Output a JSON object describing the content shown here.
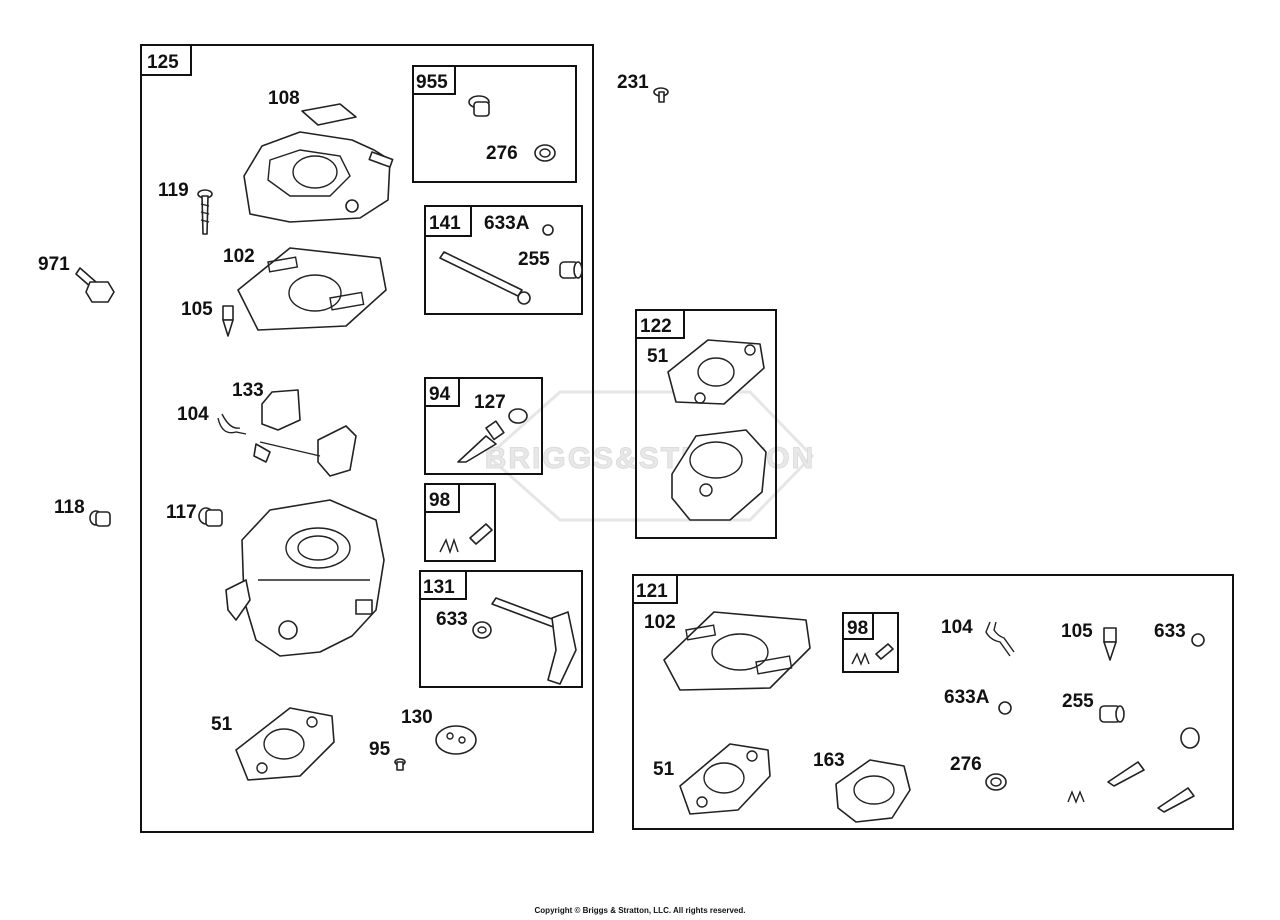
{
  "watermark": "BRIGGS&STRATTON",
  "copyright": "Copyright © Briggs & Stratton, LLC. All rights reserved.",
  "boxes": {
    "b125": "125",
    "b955": "955",
    "b141": "141",
    "b94": "94",
    "b98": "98",
    "b131": "131",
    "b122": "122",
    "b121": "121",
    "b98b": "98"
  },
  "labels": {
    "l231": "231",
    "l108": "108",
    "l276a": "276",
    "l119": "119",
    "l633A_a": "633A",
    "l255a": "255",
    "l971": "971",
    "l102a": "102",
    "l105a": "105",
    "l51a": "51",
    "l133": "133",
    "l104a": "104",
    "l127": "127",
    "l118": "118",
    "l117": "117",
    "l633a": "633",
    "l51b": "51",
    "l130": "130",
    "l95": "95",
    "l102b": "102",
    "l104b": "104",
    "l105b": "105",
    "l633b": "633",
    "l633A_b": "633A",
    "l255b": "255",
    "l51c": "51",
    "l163": "163",
    "l276b": "276"
  },
  "colors": {
    "line": "#111111",
    "watermark": "#dcdcdc",
    "background": "#ffffff"
  }
}
